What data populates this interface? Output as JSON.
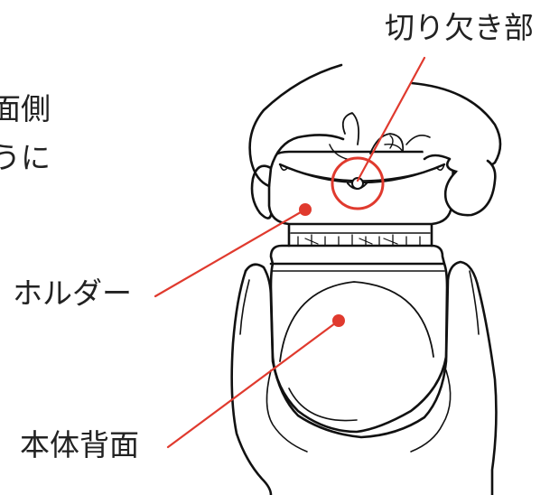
{
  "labels": {
    "cutout": "切り欠き部",
    "holder": "ホルダー",
    "body_back": "本体背面",
    "cropped_line1": "面側",
    "cropped_line2": "うに"
  },
  "colors": {
    "leader": "#e03a2e",
    "outline": "#111111",
    "text": "#222222"
  }
}
